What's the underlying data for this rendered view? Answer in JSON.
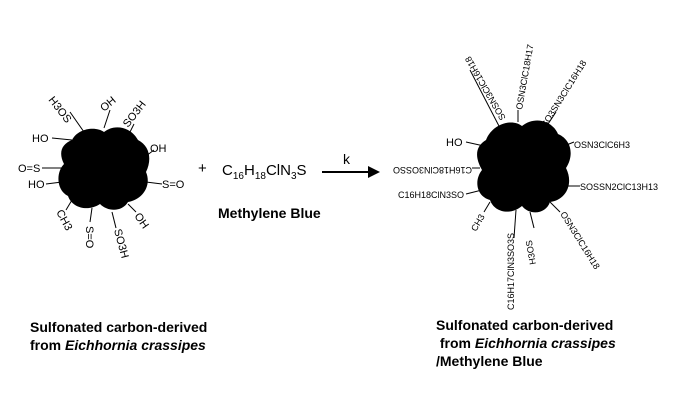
{
  "reactant_left": {
    "groups": [
      "H3OS",
      "OH",
      "SO3H",
      "HO",
      "OH",
      "O=S",
      "HO",
      "S=O",
      "CH3",
      "S=O",
      "SO3H",
      "OH"
    ],
    "caption_line1": "Sulfonated carbon-derived",
    "caption_line2_prefix": "from ",
    "caption_line2_italic": "Eichhornia crassipes"
  },
  "reactant_right": {
    "plus": "+",
    "formula": {
      "c": "C",
      "c_n": "16",
      "h": "H",
      "h_n": "18",
      "rest": "ClN",
      "n_n": "3",
      "s": "S"
    },
    "name": "Methylene Blue"
  },
  "arrow": {
    "rate_label": "k"
  },
  "product": {
    "groups": [
      "SOSN3ClC16H18",
      "OSN3ClC18H17",
      "SO3SN3ClC16H18",
      "HO",
      "OSN3ClC6H3",
      "C16H18ClN3OSSO",
      "SOSSN2ClC13H13",
      "C16H18ClN3SO",
      "CH3",
      "OSN3ClC16H18",
      "C16H17ClN3SO3S",
      "H3OS"
    ],
    "caption_line1": "Sulfonated carbon-derived",
    "caption_line2_prefix": "from ",
    "caption_line2_italic": "Eichhornia crassipes",
    "caption_line3": "/Methylene Blue"
  },
  "colors": {
    "particle": "#000000",
    "background": "#ffffff"
  }
}
